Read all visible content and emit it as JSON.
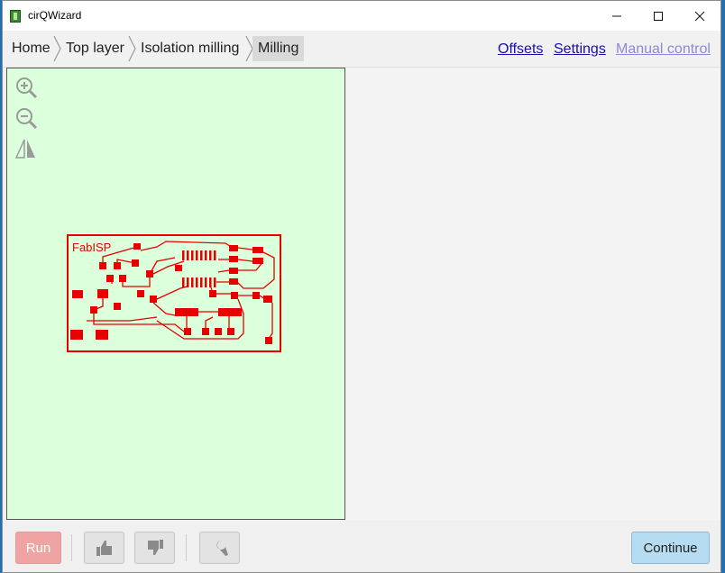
{
  "window": {
    "title": "cirQWizard"
  },
  "breadcrumb": [
    "Home",
    "Top layer",
    "Isolation milling",
    "Milling"
  ],
  "links": {
    "offsets": "Offsets",
    "settings": "Settings",
    "manual_control": "Manual control"
  },
  "pcb": {
    "label": "FabISP",
    "color": "#e60000"
  },
  "buttons": {
    "run": "Run",
    "continue": "Continue"
  },
  "icons": [
    "app-icon",
    "minimize-icon",
    "maximize-icon",
    "close-icon",
    "zoom-in-icon",
    "zoom-out-icon",
    "mirror-icon",
    "thumbs-up-icon",
    "thumbs-down-icon",
    "wrench-icon"
  ],
  "colors": {
    "canvas_bg": "#dcffdc",
    "run_bg": "#f0a3a3",
    "continue_bg": "#b5dcf0",
    "link": "#1a0dab",
    "link_disabled": "#8a8ad8"
  }
}
